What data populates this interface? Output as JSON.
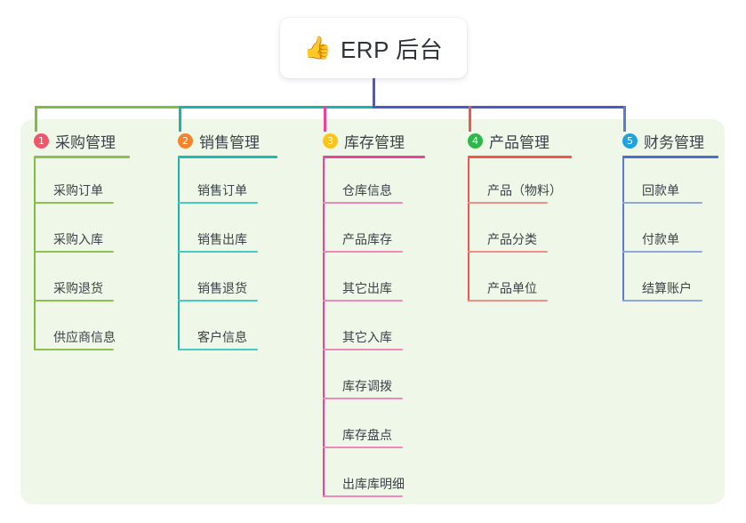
{
  "root": {
    "icon": "thumbs-up-icon",
    "emoji": "👍",
    "title": "ERP 后台"
  },
  "colors": {
    "panel_background": "#eef7e8",
    "page_background": "#ffffff",
    "root_card_background": "#ffffff",
    "text": "#3c4249",
    "bus_left_green": "#7cbf43",
    "bus_teal": "#19b5a5",
    "bus_indigo": "#4c5ac4",
    "drop_pink": "#e8459a",
    "drop_red": "#f0584f",
    "drop_blue": "#5b79d6"
  },
  "columns": [
    {
      "number": "1",
      "title": "采购管理",
      "badge_color": "#f0566a",
      "rule_color": "#8cc152",
      "line_color": "#8cc152",
      "drop_color": "#7cbf43",
      "items": [
        "采购订单",
        "采购入库",
        "采购退货",
        "供应商信息"
      ]
    },
    {
      "number": "2",
      "title": "销售管理",
      "badge_color": "#f5832a",
      "rule_color": "#1abcb4",
      "line_color": "#49c9c0",
      "drop_color": "#19b5a5",
      "items": [
        "销售订单",
        "销售出库",
        "销售退货",
        "客户信息"
      ]
    },
    {
      "number": "3",
      "title": "库存管理",
      "badge_color": "#fcc419",
      "rule_color": "#e8459a",
      "line_color": "#ef89bb",
      "drop_color": "#e8459a",
      "items": [
        "仓库信息",
        "产品库存",
        "其它出库",
        "其它入库",
        "库存调拨",
        "库存盘点",
        "出库库明细"
      ]
    },
    {
      "number": "4",
      "title": "产品管理",
      "badge_color": "#2eb84c",
      "rule_color": "#f0584f",
      "line_color": "#f08e88",
      "drop_color": "#f0584f",
      "items": [
        "产品（物料）",
        "产品分类",
        "产品单位"
      ]
    },
    {
      "number": "5",
      "title": "财务管理",
      "badge_color": "#1ca3e0",
      "rule_color": "#4a6fd0",
      "line_color": "#8fa6e0",
      "drop_color": "#5b79d6",
      "items": [
        "回款单",
        "付款单",
        "结算账户"
      ]
    }
  ]
}
